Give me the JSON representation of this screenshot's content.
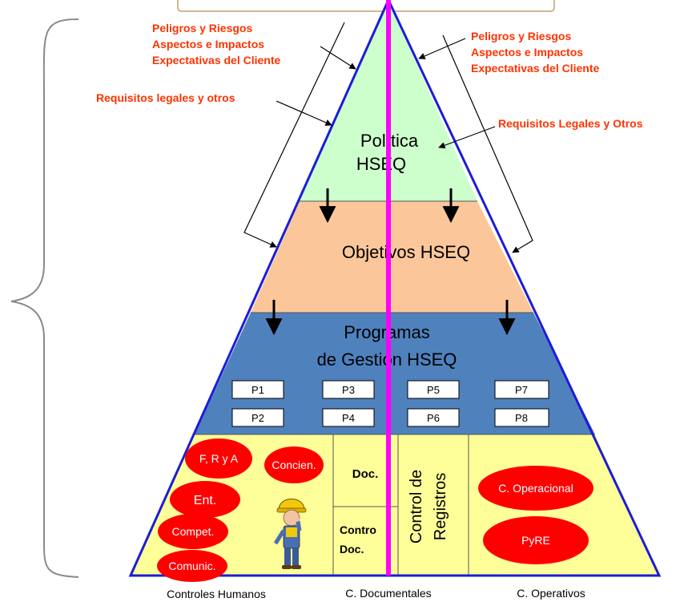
{
  "left_annotations": {
    "lines": [
      "Peligros y Riesgos",
      "Aspectos e Impactos",
      "Expectativas del Cliente"
    ],
    "legal": "Requisitos legales y otros"
  },
  "right_annotations": {
    "lines": [
      "Peligros y Riesgos",
      "Aspectos e Impactos",
      "Expectativas del Cliente"
    ],
    "legal": "Requisitos Legales y Otros"
  },
  "pyramid": {
    "politica": [
      "Política",
      "HSEQ"
    ],
    "objetivos": "Objetivos HSEQ",
    "programas": [
      "Programas",
      "de Gestión HSEQ"
    ],
    "program_boxes": [
      "P1",
      "P3",
      "P5",
      "P7",
      "P2",
      "P4",
      "P6",
      "P8"
    ],
    "human_controls": [
      "F, R y A",
      "Concien.",
      "Ent.",
      "Compet.",
      "Comunic."
    ],
    "doc_label": "Doc.",
    "control_doc": [
      "Contro",
      "Doc."
    ],
    "control_registros": [
      "Control de",
      "Registros"
    ],
    "operational": [
      "C. Operacional",
      "PyRE"
    ]
  },
  "bottom_labels": [
    "Controles Humanos",
    "C. Documentales",
    "C. Operativos"
  ],
  "colors": {
    "politica_fill": "#ccffcc",
    "objetivos_fill": "#fbc79a",
    "programas_fill": "#4f81bd",
    "controls_fill": "#ffff99",
    "annotation_text": "#ff3300",
    "oval_fill": "#ff0000",
    "center_line": "#ff00ff",
    "outline": "#1c1cd8"
  },
  "icons": [
    "worker-figure"
  ]
}
